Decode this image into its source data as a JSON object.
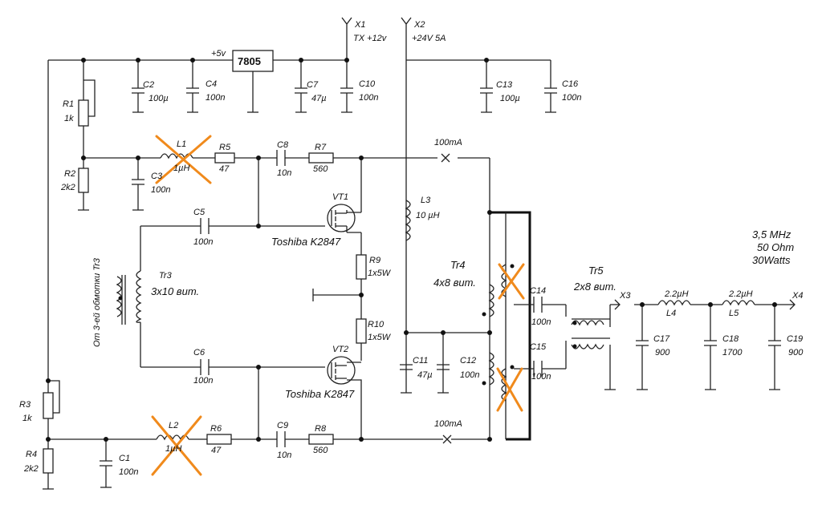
{
  "connectors": {
    "x1": "X1",
    "x1_note": "TX +12v",
    "x2": "X2",
    "x2_note": "+24V  5A",
    "x3": "X3",
    "x4": "X4"
  },
  "supply": {
    "v5": "+5v",
    "regulator": "7805"
  },
  "resistors": {
    "r1": "R1",
    "r1_val": "1k",
    "r2": "R2",
    "r2_val": "2k2",
    "r3": "R3",
    "r3_val": "1k",
    "r4": "R4",
    "r4_val": "2k2",
    "r5": "R5",
    "r5_val": "47",
    "r6": "R6",
    "r6_val": "47",
    "r7": "R7",
    "r7_val": "560",
    "r8": "R8",
    "r8_val": "560",
    "r9": "R9",
    "r9_val": "1x5W",
    "r10": "R10",
    "r10_val": "1x5W"
  },
  "capacitors": {
    "c1": "C1",
    "c1_val": "100n",
    "c2": "C2",
    "c2_val": "100µ",
    "c3": "C3",
    "c3_val": "100n",
    "c4": "C4",
    "c4_val": "100n",
    "c5": "C5",
    "c5_val": "100n",
    "c6": "C6",
    "c6_val": "100n",
    "c7": "C7",
    "c7_val": "47µ",
    "c8": "C8",
    "c8_val": "10n",
    "c9": "C9",
    "c9_val": "10n",
    "c10": "C10",
    "c10_val": "100n",
    "c11": "C11",
    "c11_val": "47µ",
    "c12": "C12",
    "c12_val": "100n",
    "c13": "C13",
    "c13_val": "100µ",
    "c14": "C14",
    "c14_val": "100n",
    "c15": "C15",
    "c15_val": "100n",
    "c16": "C16",
    "c16_val": "100n",
    "c17": "C17",
    "c17_val": "900",
    "c18": "C18",
    "c18_val": "1700",
    "c19": "C19",
    "c19_val": "900"
  },
  "inductors": {
    "l1": "L1",
    "l1_val": "1µH",
    "l2": "L2",
    "l2_val": "1µH",
    "l3": "L3",
    "l3_val": "10  µH",
    "l4": "L4",
    "l4_val": "2.2µH",
    "l5": "L5",
    "l5_val": "2.2µH"
  },
  "transistors": {
    "vt1": "VT1",
    "vt1_part": "Toshiba K2847",
    "vt2": "VT2",
    "vt2_part": "Toshiba K2847"
  },
  "transformers": {
    "tr3": "Tr3",
    "tr3_val": "3x10 вит.",
    "tr3_note": "От 3-ей обмотки Tr3",
    "tr4": "Tr4",
    "tr4_val": "4x8 вит.",
    "tr5": "Tr5",
    "tr5_val": "2x8 вит."
  },
  "currents": {
    "top": "100mA",
    "bottom": "100mA"
  },
  "specs": {
    "freq": "3,5 MHz",
    "imp": "50 Ohm",
    "power": "30Watts"
  },
  "colors": {
    "wire": "#222222",
    "strike": "#f08a1c"
  }
}
